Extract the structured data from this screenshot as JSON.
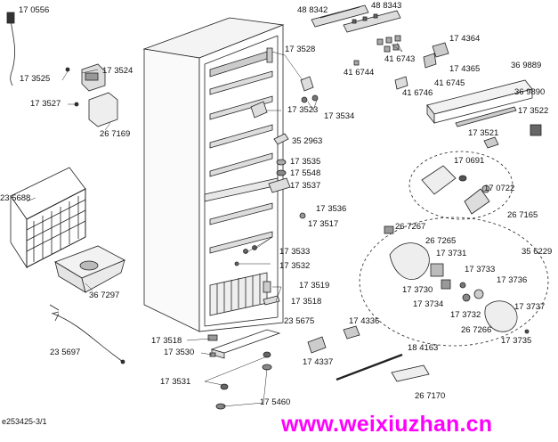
{
  "labels": {
    "p170556": "17 0556",
    "p173525": "17 3525",
    "p173524": "17 3524",
    "p173527": "17 3527",
    "p267169": "26 7169",
    "p235688": "23 5688",
    "p367297": "36 7297",
    "p235697": "23 5697",
    "p488342": "48 8342",
    "p488343": "48 8343",
    "p173528": "17 3528",
    "p174364": "17 4364",
    "p416743": "41 6743",
    "p416744": "41 6744",
    "p174365": "17 4365",
    "p416745": "41 6745",
    "p416746": "41 6746",
    "p369889": "36 9889",
    "p369890": "36 9890",
    "p173523": "17 3523",
    "p173534": "17 3534",
    "p173522": "17 3522",
    "p173521": "17 3521",
    "p352963": "35 2963",
    "p173535": "17 3535",
    "p175548": "17 5548",
    "p173537": "17 3537",
    "p170691": "17 0691",
    "p170722": "17 0722",
    "p267165": "26 7165",
    "p173536": "17 3536",
    "p173517": "17 3517",
    "p267267": "26 7267",
    "p267265": "26 7265",
    "p356229": "35 6229",
    "p173533": "17 3533",
    "p173532": "17 3532",
    "p173731": "17 3731",
    "p173733": "17 3733",
    "p173736": "17 3736",
    "p173519": "17 3519",
    "p173730": "17 3730",
    "p173518a": "17 3518",
    "p173734": "17 3734",
    "p173732": "17 3732",
    "p173737": "17 3737",
    "p235675": "23 5675",
    "p174336": "17 4336",
    "p267266": "26 7266",
    "p173735": "17 3735",
    "p173518b": "17 3518",
    "p173530": "17 3530",
    "p174337": "17 4337",
    "p184163": "18 4163",
    "p173531": "17 3531",
    "p175460": "17 5460",
    "p267170": "26 7170"
  },
  "footer": {
    "doc_id": "e253425-3/1",
    "watermark": "www.weixiuzhan.cn"
  }
}
